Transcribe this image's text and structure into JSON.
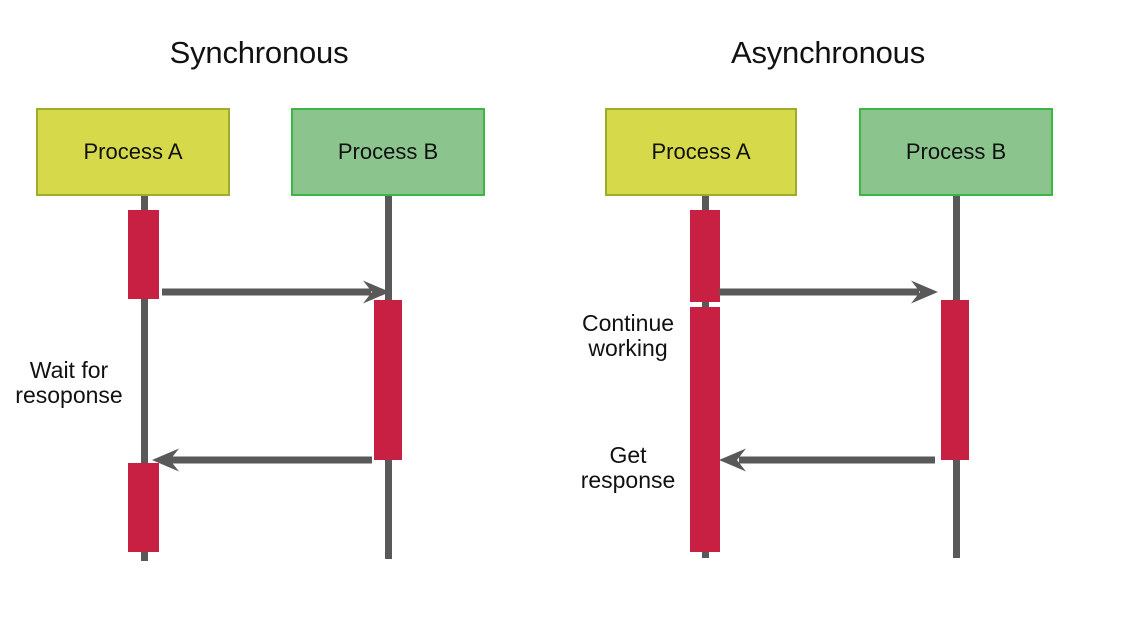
{
  "panels": {
    "sync": {
      "title": "Synchronous",
      "process_a_label": "Process A",
      "process_b_label": "Process B",
      "wait_label_line1": "Wait for",
      "wait_label_line2": "resoponse"
    },
    "async": {
      "title": "Asynchronous",
      "process_a_label": "Process A",
      "process_b_label": "Process B",
      "continue_label_line1": "Continue",
      "continue_label_line2": "working",
      "get_label_line1": "Get",
      "get_label_line2": "response"
    }
  },
  "palette": {
    "background": "#ffffff",
    "process_a_fill": "#d6d94a",
    "process_a_border": "#9cad2c",
    "process_b_fill": "#8cc48e",
    "process_b_border": "#3cb447",
    "activation_bar": "#c72043",
    "lifeline_and_arrow": "#595959",
    "text": "#111111"
  },
  "icons": {
    "call_arrow": "arrow-right",
    "return_arrow": "arrow-left"
  }
}
